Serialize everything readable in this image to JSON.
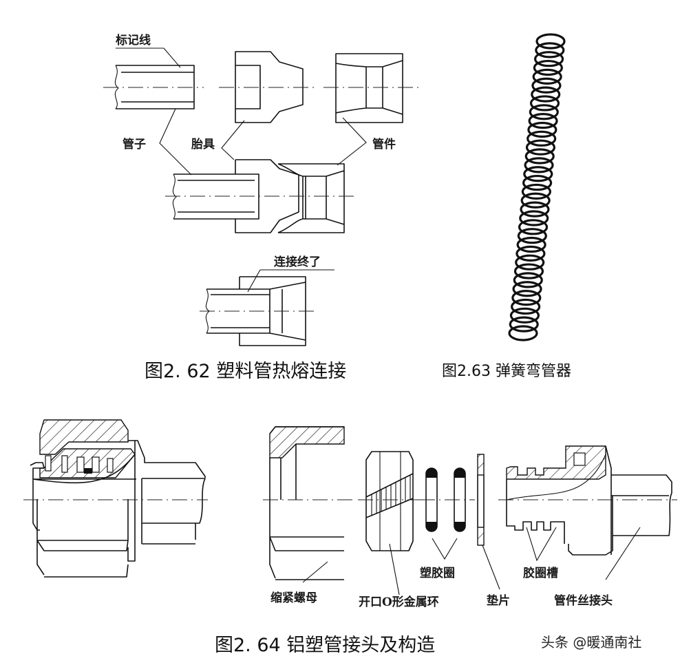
{
  "figures": [
    {
      "id": "fig-2-62",
      "caption": "图2. 62   塑料管热熔连接",
      "labels": {
        "marker_line": "标记线",
        "pipe": "管子",
        "fixture": "胎具",
        "fitting": "管件",
        "connection_done": "连接终了"
      }
    },
    {
      "id": "fig-2-63",
      "caption": "图2.63 弹簧弯管器"
    },
    {
      "id": "fig-2-64",
      "caption": "图2. 64   铝塑管接头及构造",
      "labels": {
        "compression_nut": "缩紧螺母",
        "split_o_ring": "开口O形金属环",
        "rubber_ring": "塑胶圈",
        "washer": "垫片",
        "ring_groove": "胶圈槽",
        "fitting_thread_joint": "管件丝接头"
      }
    }
  ],
  "watermark": "头条 @暖通南社"
}
